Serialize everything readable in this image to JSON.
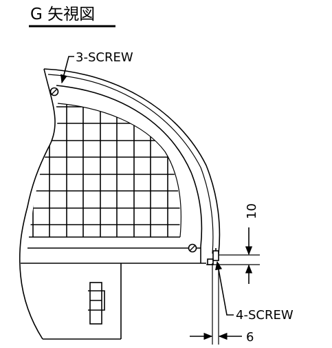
{
  "title": "G 矢視図",
  "annotations": {
    "screw_top": "3-SCREW",
    "screw_bottom": "4-SCREW",
    "dim_vertical": "10",
    "dim_horizontal": "6"
  }
}
